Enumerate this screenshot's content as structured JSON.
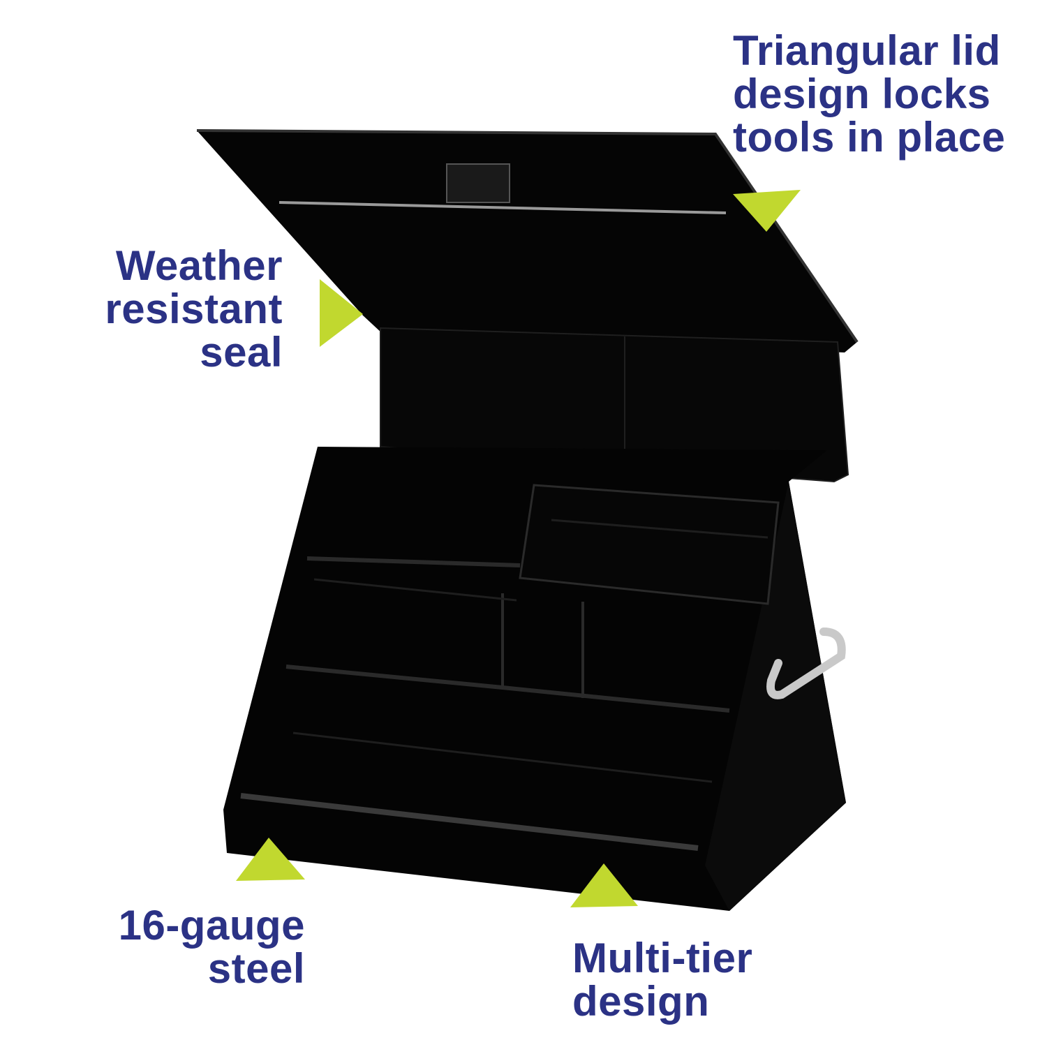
{
  "colors": {
    "text": "#2b3285",
    "arrow": "#c1d82f",
    "box": "#050505",
    "edge": "#2a2a2a",
    "handle": "#c9c9c9"
  },
  "callouts": {
    "lid": {
      "lines": [
        "Triangular lid",
        "design locks",
        "tools in place"
      ]
    },
    "seal": {
      "lines": [
        "Weather",
        "resistant",
        "seal"
      ]
    },
    "steel": {
      "lines": [
        "16-gauge",
        "steel"
      ]
    },
    "tier": {
      "lines": [
        "Multi-tier",
        "design"
      ]
    }
  }
}
